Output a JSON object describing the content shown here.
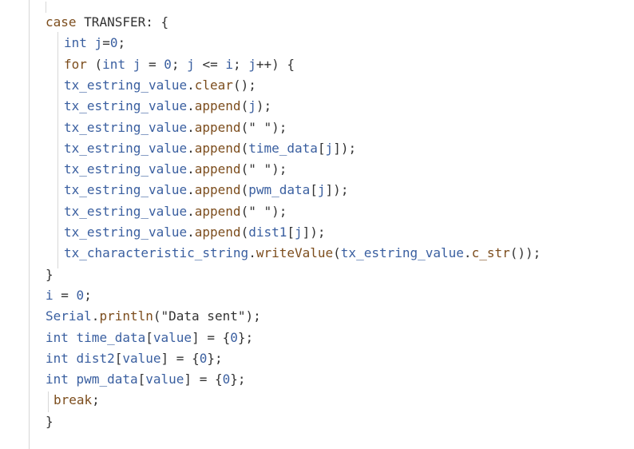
{
  "code_view": {
    "lines": [
      {
        "indent": 57,
        "tokens": [
          {
            "t": "case",
            "c": "kw"
          },
          {
            "t": " ",
            "c": "pun"
          },
          {
            "t": "TRANSFER",
            "c": "pun"
          },
          {
            "t": ":",
            "c": "pun"
          },
          {
            "t": " ",
            "c": "pun"
          },
          {
            "t": "{",
            "c": "pun"
          }
        ]
      },
      {
        "indent": 80,
        "tokens": [
          {
            "t": "int",
            "c": "id"
          },
          {
            "t": " ",
            "c": "pun"
          },
          {
            "t": "j",
            "c": "id"
          },
          {
            "t": "=",
            "c": "pun"
          },
          {
            "t": "0",
            "c": "num"
          },
          {
            "t": ";",
            "c": "pun"
          }
        ]
      },
      {
        "indent": 80,
        "tokens": [
          {
            "t": "for",
            "c": "kw"
          },
          {
            "t": " (",
            "c": "pun"
          },
          {
            "t": "int",
            "c": "id"
          },
          {
            "t": " ",
            "c": "pun"
          },
          {
            "t": "j",
            "c": "id"
          },
          {
            "t": " = ",
            "c": "pun"
          },
          {
            "t": "0",
            "c": "num"
          },
          {
            "t": "; ",
            "c": "pun"
          },
          {
            "t": "j",
            "c": "id"
          },
          {
            "t": " <= ",
            "c": "pun"
          },
          {
            "t": "i",
            "c": "id"
          },
          {
            "t": "; ",
            "c": "pun"
          },
          {
            "t": "j",
            "c": "id"
          },
          {
            "t": "++) {",
            "c": "pun"
          }
        ]
      },
      {
        "indent": 80,
        "tokens": [
          {
            "t": "tx_estring_value",
            "c": "id"
          },
          {
            "t": ".",
            "c": "pun"
          },
          {
            "t": "clear",
            "c": "fn"
          },
          {
            "t": "();",
            "c": "pun"
          }
        ]
      },
      {
        "indent": 80,
        "tokens": [
          {
            "t": "tx_estring_value",
            "c": "id"
          },
          {
            "t": ".",
            "c": "pun"
          },
          {
            "t": "append",
            "c": "fn"
          },
          {
            "t": "(",
            "c": "pun"
          },
          {
            "t": "j",
            "c": "id"
          },
          {
            "t": ");",
            "c": "pun"
          }
        ]
      },
      {
        "indent": 80,
        "tokens": [
          {
            "t": "tx_estring_value",
            "c": "id"
          },
          {
            "t": ".",
            "c": "pun"
          },
          {
            "t": "append",
            "c": "fn"
          },
          {
            "t": "(\" \");",
            "c": "str"
          }
        ]
      },
      {
        "indent": 80,
        "tokens": [
          {
            "t": "tx_estring_value",
            "c": "id"
          },
          {
            "t": ".",
            "c": "pun"
          },
          {
            "t": "append",
            "c": "fn"
          },
          {
            "t": "(",
            "c": "pun"
          },
          {
            "t": "time_data",
            "c": "id"
          },
          {
            "t": "[",
            "c": "pun"
          },
          {
            "t": "j",
            "c": "id"
          },
          {
            "t": "]);",
            "c": "pun"
          }
        ]
      },
      {
        "indent": 80,
        "tokens": [
          {
            "t": "tx_estring_value",
            "c": "id"
          },
          {
            "t": ".",
            "c": "pun"
          },
          {
            "t": "append",
            "c": "fn"
          },
          {
            "t": "(\" \");",
            "c": "str"
          }
        ]
      },
      {
        "indent": 80,
        "tokens": [
          {
            "t": "tx_estring_value",
            "c": "id"
          },
          {
            "t": ".",
            "c": "pun"
          },
          {
            "t": "append",
            "c": "fn"
          },
          {
            "t": "(",
            "c": "pun"
          },
          {
            "t": "pwm_data",
            "c": "id"
          },
          {
            "t": "[",
            "c": "pun"
          },
          {
            "t": "j",
            "c": "id"
          },
          {
            "t": "]);",
            "c": "pun"
          }
        ]
      },
      {
        "indent": 80,
        "tokens": [
          {
            "t": "tx_estring_value",
            "c": "id"
          },
          {
            "t": ".",
            "c": "pun"
          },
          {
            "t": "append",
            "c": "fn"
          },
          {
            "t": "(\" \");",
            "c": "str"
          }
        ]
      },
      {
        "indent": 80,
        "tokens": [
          {
            "t": "tx_estring_value",
            "c": "id"
          },
          {
            "t": ".",
            "c": "pun"
          },
          {
            "t": "append",
            "c": "fn"
          },
          {
            "t": "(",
            "c": "pun"
          },
          {
            "t": "dist1",
            "c": "id"
          },
          {
            "t": "[",
            "c": "pun"
          },
          {
            "t": "j",
            "c": "id"
          },
          {
            "t": "]);",
            "c": "pun"
          }
        ]
      },
      {
        "indent": 80,
        "tokens": [
          {
            "t": "tx_characteristic_string",
            "c": "id"
          },
          {
            "t": ".",
            "c": "pun"
          },
          {
            "t": "writeValue",
            "c": "fn"
          },
          {
            "t": "(",
            "c": "pun"
          },
          {
            "t": "tx_estring_value",
            "c": "id"
          },
          {
            "t": ".",
            "c": "pun"
          },
          {
            "t": "c_str",
            "c": "fn"
          },
          {
            "t": "());",
            "c": "pun"
          }
        ]
      },
      {
        "indent": 57,
        "tokens": [
          {
            "t": "}",
            "c": "pun"
          }
        ]
      },
      {
        "indent": 57,
        "tokens": [
          {
            "t": "i",
            "c": "id"
          },
          {
            "t": " = ",
            "c": "pun"
          },
          {
            "t": "0",
            "c": "num"
          },
          {
            "t": ";",
            "c": "pun"
          }
        ]
      },
      {
        "indent": 57,
        "tokens": [
          {
            "t": "Serial",
            "c": "id"
          },
          {
            "t": ".",
            "c": "pun"
          },
          {
            "t": "println",
            "c": "fn"
          },
          {
            "t": "(\"Data sent\");",
            "c": "str"
          }
        ]
      },
      {
        "indent": 57,
        "tokens": [
          {
            "t": "int",
            "c": "id"
          },
          {
            "t": " ",
            "c": "pun"
          },
          {
            "t": "time_data",
            "c": "id"
          },
          {
            "t": "[",
            "c": "pun"
          },
          {
            "t": "value",
            "c": "id"
          },
          {
            "t": "] = {",
            "c": "pun"
          },
          {
            "t": "0",
            "c": "num"
          },
          {
            "t": "};",
            "c": "pun"
          }
        ]
      },
      {
        "indent": 57,
        "tokens": [
          {
            "t": "int",
            "c": "id"
          },
          {
            "t": " ",
            "c": "pun"
          },
          {
            "t": "dist2",
            "c": "id"
          },
          {
            "t": "[",
            "c": "pun"
          },
          {
            "t": "value",
            "c": "id"
          },
          {
            "t": "] = {",
            "c": "pun"
          },
          {
            "t": "0",
            "c": "num"
          },
          {
            "t": "};",
            "c": "pun"
          }
        ]
      },
      {
        "indent": 57,
        "tokens": [
          {
            "t": "int",
            "c": "id"
          },
          {
            "t": " ",
            "c": "pun"
          },
          {
            "t": "pwm_data",
            "c": "id"
          },
          {
            "t": "[",
            "c": "pun"
          },
          {
            "t": "value",
            "c": "id"
          },
          {
            "t": "] = {",
            "c": "pun"
          },
          {
            "t": "0",
            "c": "num"
          },
          {
            "t": "};",
            "c": "pun"
          }
        ]
      },
      {
        "indent": 67,
        "tokens": [
          {
            "t": "break",
            "c": "kw"
          },
          {
            "t": ";",
            "c": "pun"
          }
        ]
      },
      {
        "indent": 57,
        "tokens": [
          {
            "t": "}",
            "c": "pun"
          }
        ]
      }
    ]
  },
  "colors": {
    "keyword": "#7c4d1d",
    "identifier": "#3a5fa0",
    "punctuation": "#333333",
    "indent_guide": "#d7d7d7"
  }
}
